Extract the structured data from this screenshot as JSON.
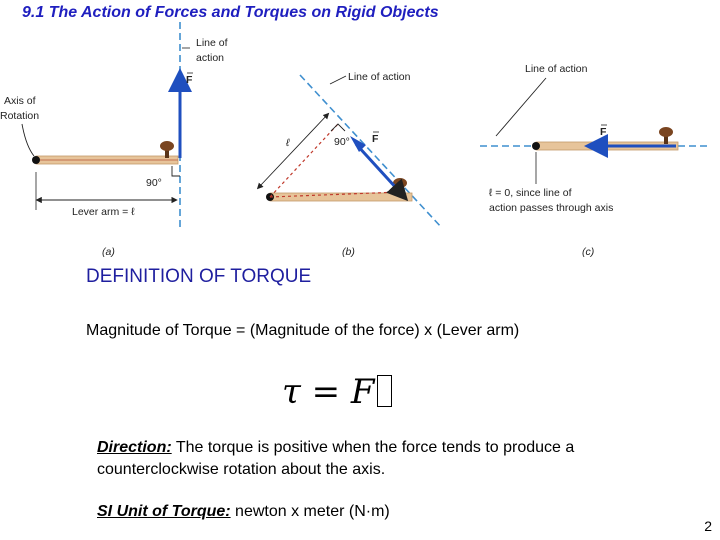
{
  "slide": {
    "title": "9.1 The Action of Forces and Torques on Rigid Objects",
    "page_number": "2"
  },
  "figure": {
    "a": {
      "line_of_action_1": "Line of",
      "line_of_action_2": "action",
      "force": "F",
      "axis_1": "Axis of",
      "axis_2": "Rotation",
      "right_angle": "90°",
      "lever_arm": "Lever arm = ℓ",
      "caption": "(a)"
    },
    "b": {
      "line_of_action": "Line of action",
      "ell": "ℓ",
      "right_angle": "90°",
      "force": "F",
      "caption": "(b)"
    },
    "c": {
      "line_of_action": "Line of action",
      "force": "F",
      "note_1": "ℓ = 0, since line of",
      "note_2": "action passes through axis",
      "caption": "(c)"
    }
  },
  "definition": {
    "heading": "DEFINITION OF TORQUE",
    "magnitude": "Magnitude of Torque = (Magnitude of the force) x (Lever arm)",
    "equation": "τ = F"
  },
  "direction": {
    "term": "Direction:",
    "text": " The torque is positive when the force tends to produce a counterclockwise rotation about the axis."
  },
  "si_unit": {
    "term": "SI Unit of Torque:",
    "text": " newton x meter (N·m)"
  },
  "colors": {
    "title": "#1f1fbf",
    "heading": "#1f1f9f",
    "force_arrow": "#1f4fbf",
    "dashed_line": "#3f8fcf",
    "rod": "#e7c49a"
  }
}
